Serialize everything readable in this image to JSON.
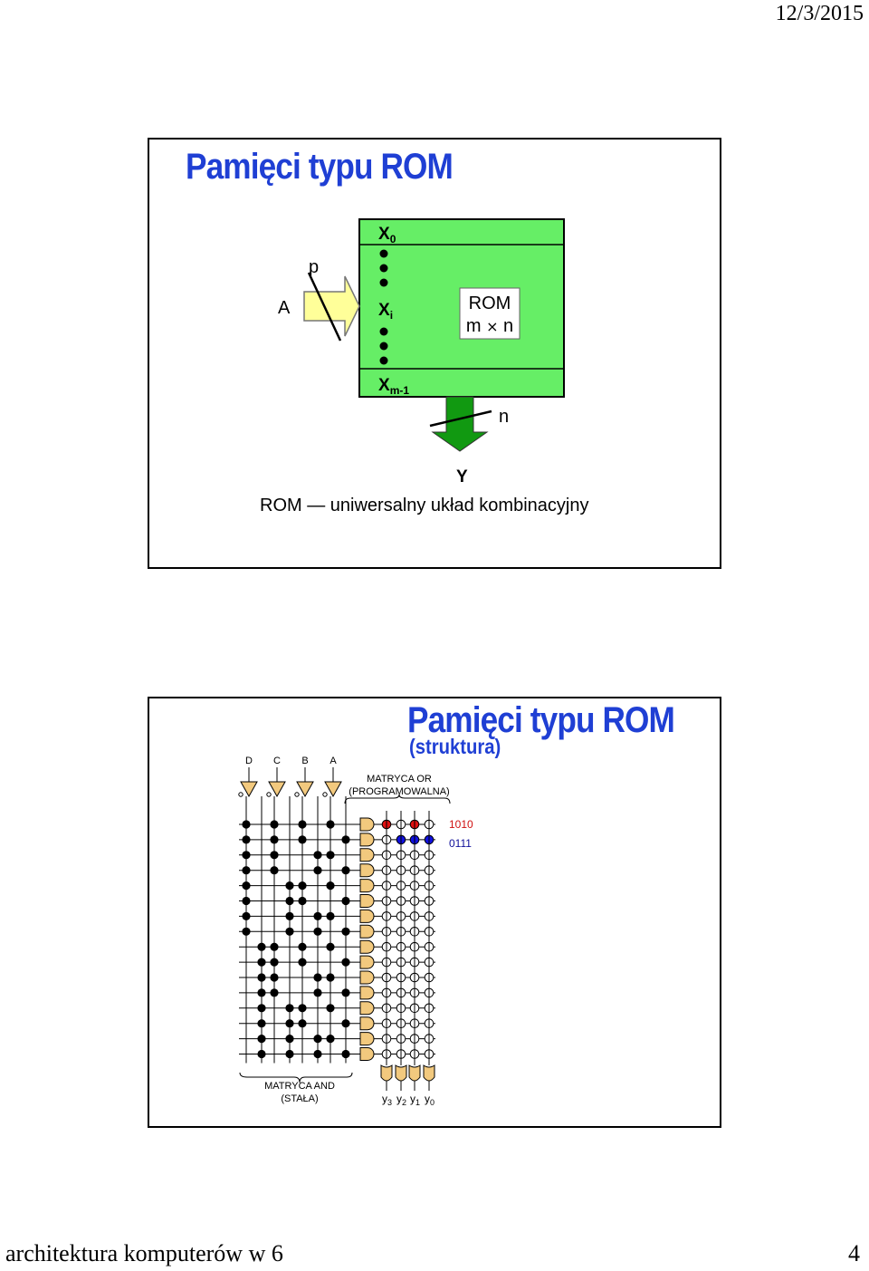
{
  "header": {
    "date": "12/3/2015"
  },
  "slide1": {
    "title": "Pamięci typu ROM",
    "input_label": "A",
    "bus_width_label": "p",
    "rows": [
      "X",
      "X",
      "X"
    ],
    "row_subscripts": [
      "0",
      "i",
      "m-1"
    ],
    "rom_label": "ROM",
    "rom_size": [
      "m",
      "×",
      "n"
    ],
    "output_width_label": "n",
    "output_label": "Y",
    "caption": "ROM — uniwersalny układ kombinacyjny",
    "colors": {
      "memory_fill": "#66ee66",
      "arrow_in_fill": "#ffff99",
      "arrow_out_fill": "#119911"
    }
  },
  "slide2": {
    "title": "Pamięci typu ROM",
    "subtitle": "(struktura)",
    "inputs": [
      "D",
      "C",
      "B",
      "A"
    ],
    "or_matrix_label": [
      "MATRYCA OR",
      "(PROGRAMOWALNA)"
    ],
    "and_matrix_label": [
      "MATRYCA AND",
      "(STAŁA)"
    ],
    "outputs": [
      "y",
      "y",
      "y",
      "y"
    ],
    "output_subscripts": [
      "3",
      "2",
      "1",
      "0"
    ],
    "row_values": [
      "1010",
      "0111"
    ],
    "and_rows": [
      [
        0,
        0,
        0,
        0
      ],
      [
        0,
        0,
        0,
        1
      ],
      [
        0,
        0,
        1,
        0
      ],
      [
        0,
        0,
        1,
        1
      ],
      [
        0,
        1,
        0,
        0
      ],
      [
        0,
        1,
        0,
        1
      ],
      [
        0,
        1,
        1,
        0
      ],
      [
        0,
        1,
        1,
        1
      ],
      [
        1,
        0,
        0,
        0
      ],
      [
        1,
        0,
        0,
        1
      ],
      [
        1,
        0,
        1,
        0
      ],
      [
        1,
        0,
        1,
        1
      ],
      [
        1,
        1,
        0,
        0
      ],
      [
        1,
        1,
        0,
        1
      ],
      [
        1,
        1,
        1,
        0
      ],
      [
        1,
        1,
        1,
        1
      ]
    ],
    "or_programmed": [
      [
        1,
        0,
        1,
        0
      ],
      [
        0,
        1,
        1,
        1
      ]
    ],
    "colors": {
      "gate_fill": "#f2c97e",
      "bit_red": "#e01010",
      "bit_blue": "#1010e0",
      "value_red": "#d01010",
      "value_blue": "#10109a"
    }
  },
  "footer": {
    "course": "architektura komputerów w 6",
    "page": "4"
  }
}
